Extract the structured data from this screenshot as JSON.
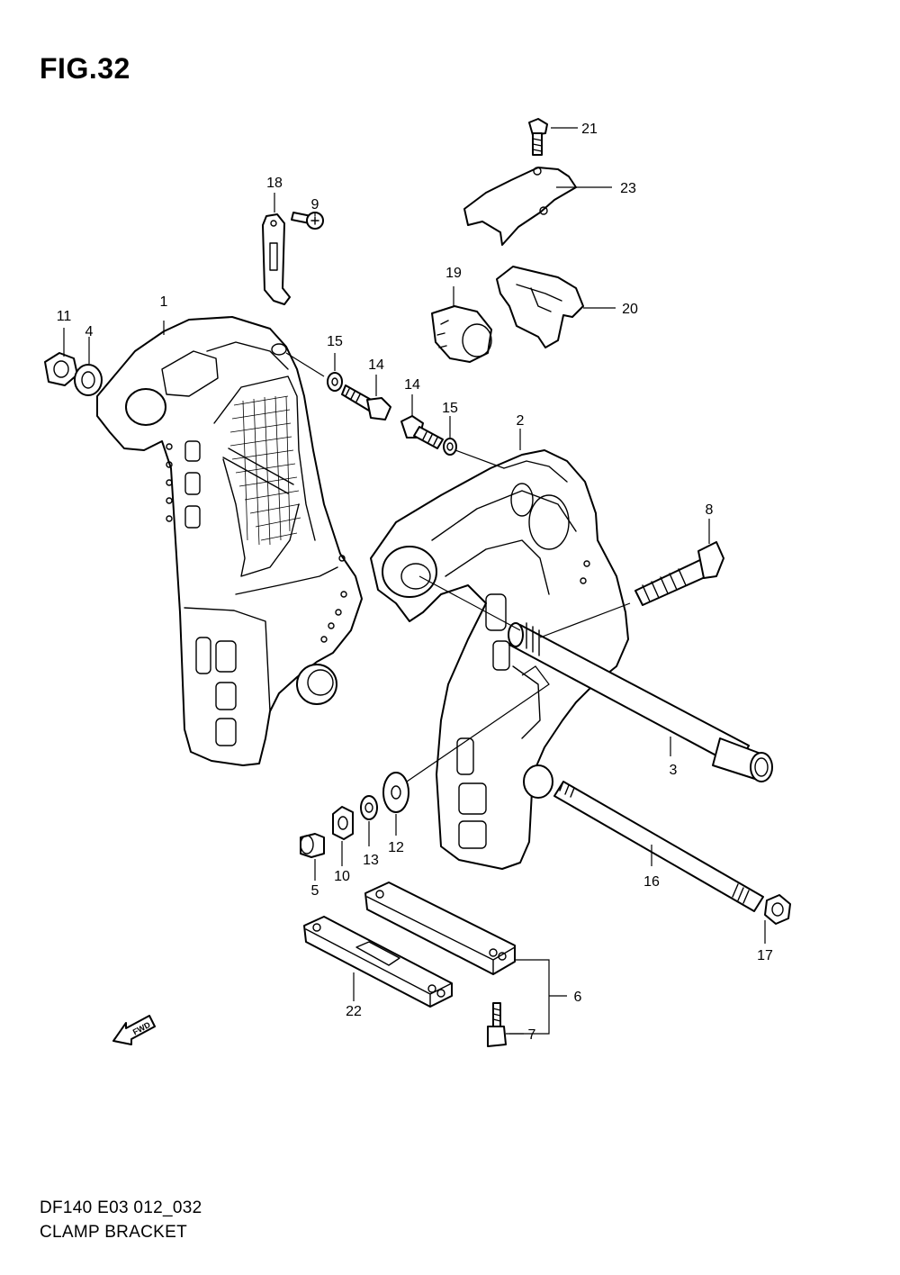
{
  "figure": {
    "title": "FIG.32",
    "drawing_code": "DF140 E03 012_032",
    "drawing_name": "CLAMP BRACKET",
    "fwd_label": "FWD"
  },
  "callouts": [
    {
      "id": "1",
      "label": "1"
    },
    {
      "id": "2",
      "label": "2"
    },
    {
      "id": "3",
      "label": "3"
    },
    {
      "id": "4",
      "label": "4"
    },
    {
      "id": "5",
      "label": "5"
    },
    {
      "id": "6",
      "label": "6"
    },
    {
      "id": "7",
      "label": "7"
    },
    {
      "id": "8",
      "label": "8"
    },
    {
      "id": "9",
      "label": "9"
    },
    {
      "id": "10",
      "label": "10"
    },
    {
      "id": "11",
      "label": "11"
    },
    {
      "id": "12",
      "label": "12"
    },
    {
      "id": "13",
      "label": "13"
    },
    {
      "id": "14a",
      "label": "14"
    },
    {
      "id": "14b",
      "label": "14"
    },
    {
      "id": "15a",
      "label": "15"
    },
    {
      "id": "15b",
      "label": "15"
    },
    {
      "id": "16",
      "label": "16"
    },
    {
      "id": "17",
      "label": "17"
    },
    {
      "id": "18",
      "label": "18"
    },
    {
      "id": "19",
      "label": "19"
    },
    {
      "id": "20",
      "label": "20"
    },
    {
      "id": "21",
      "label": "21"
    },
    {
      "id": "22",
      "label": "22"
    },
    {
      "id": "23",
      "label": "23"
    }
  ]
}
